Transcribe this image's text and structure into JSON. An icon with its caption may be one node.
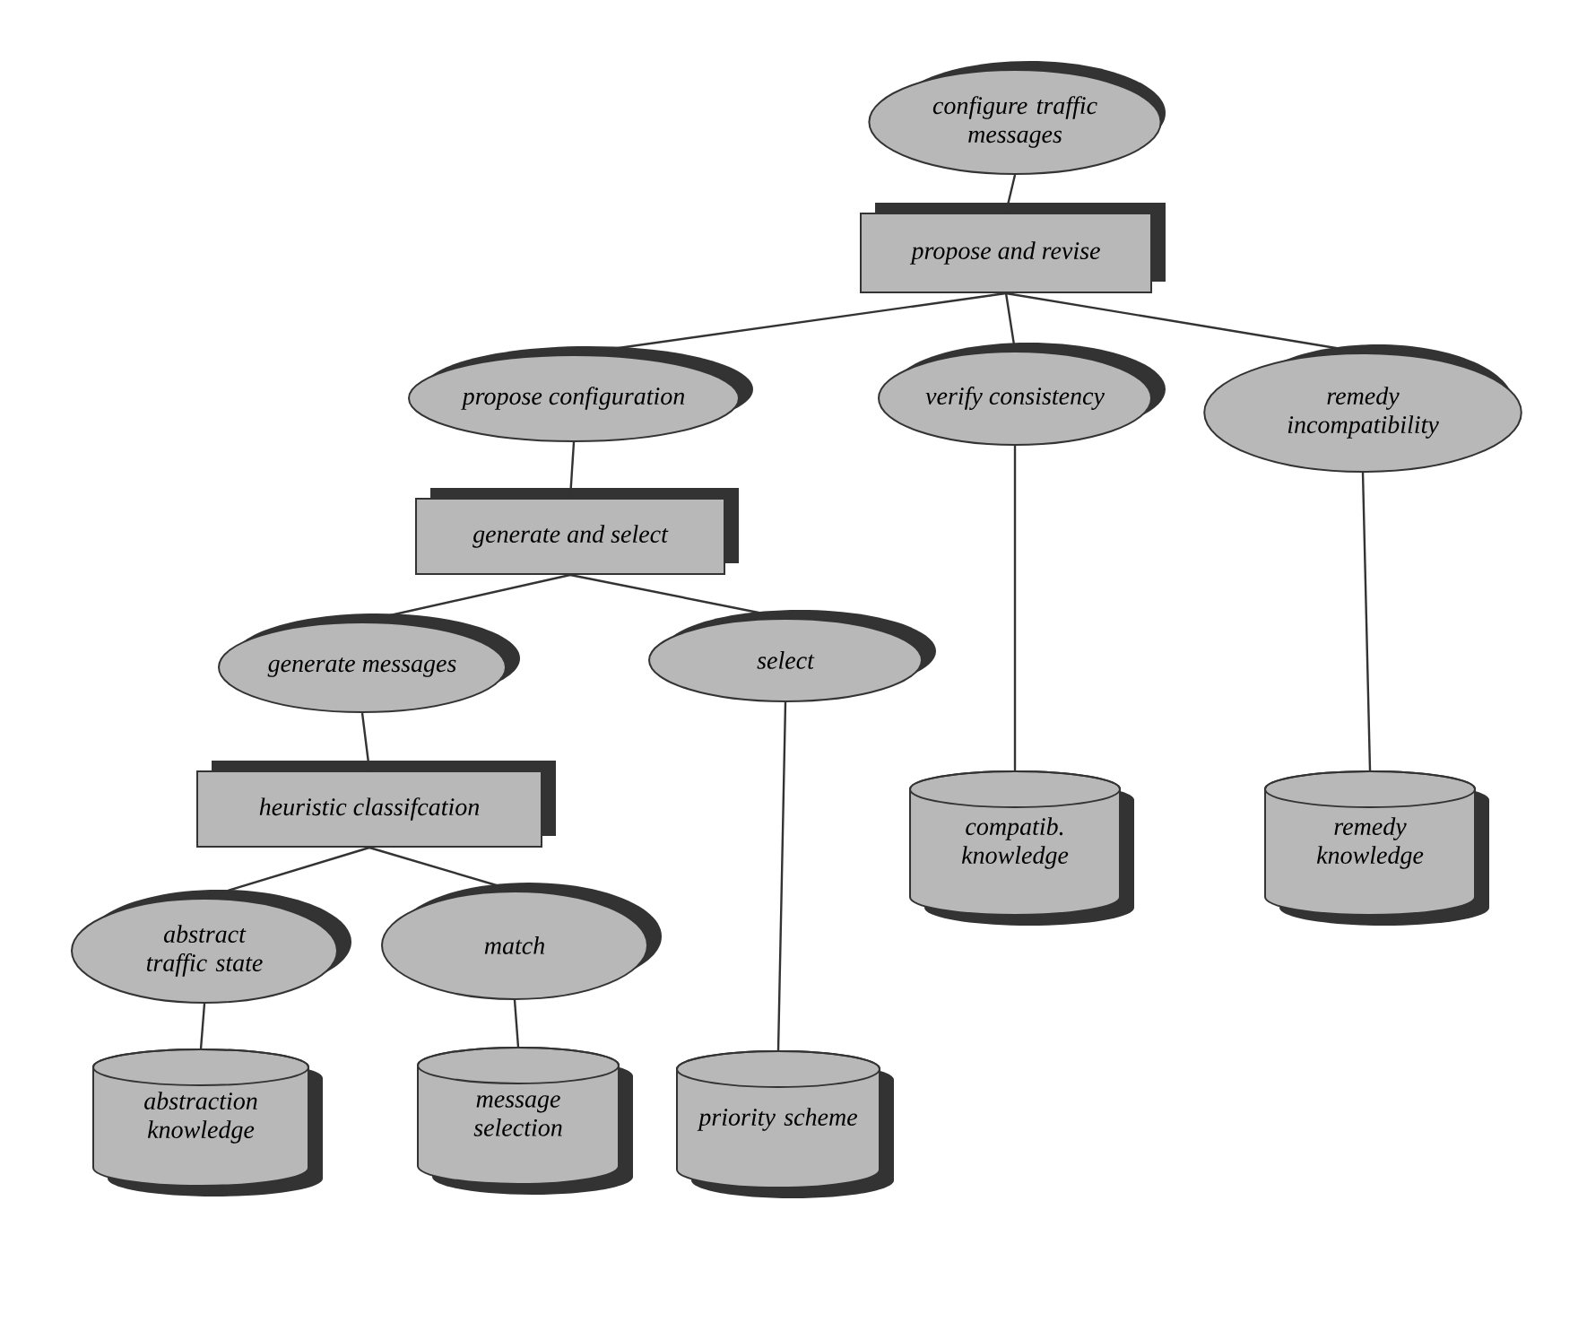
{
  "diagram": {
    "nodes": [
      {
        "text": [
          "configure traffic messages"
        ]
      },
      {
        "text": [
          "propose and revise"
        ]
      },
      {
        "text": [
          "propose configuration"
        ]
      },
      {
        "text": [
          "verify consistency"
        ]
      },
      {
        "text": [
          "remedy incompatibility"
        ]
      },
      {
        "text": [
          "generate and select"
        ]
      },
      {
        "text": [
          "generate messages"
        ]
      },
      {
        "text": [
          "select"
        ]
      },
      {
        "text": [
          "compatib. knowledge"
        ]
      },
      {
        "text": [
          "remedy knowledge"
        ]
      },
      {
        "text": [
          "heuristic classifcation"
        ]
      },
      {
        "text": [
          "abstract traffic state"
        ]
      },
      {
        "text": [
          "match"
        ]
      },
      {
        "text": [
          "abstraction knowledge"
        ]
      },
      {
        "text": [
          "message selection"
        ]
      },
      {
        "text": [
          "priority scheme"
        ]
      }
    ],
    "edges": [
      {
        "from": 0,
        "to": 1,
        "arrow": "none"
      },
      {
        "from": 1,
        "to": 2,
        "arrow": "none"
      },
      {
        "from": 1,
        "to": 3,
        "arrow": "none"
      },
      {
        "from": 1,
        "to": 4,
        "arrow": "none"
      },
      {
        "from": 2,
        "to": 5,
        "arrow": "none"
      },
      {
        "from": 3,
        "to": 8,
        "arrow": "none"
      },
      {
        "from": 4,
        "to": 9,
        "arrow": "none"
      },
      {
        "from": 5,
        "to": 6,
        "arrow": "none"
      },
      {
        "from": 5,
        "to": 7,
        "arrow": "none"
      },
      {
        "from": 6,
        "to": 10,
        "arrow": "none"
      },
      {
        "from": 7,
        "to": 15,
        "arrow": "none"
      },
      {
        "from": 10,
        "to": 11,
        "arrow": "none"
      },
      {
        "from": 10,
        "to": 12,
        "arrow": "none"
      },
      {
        "from": 11,
        "to": 13,
        "arrow": "none"
      },
      {
        "from": 12,
        "to": 14,
        "arrow": "none"
      }
    ]
  }
}
